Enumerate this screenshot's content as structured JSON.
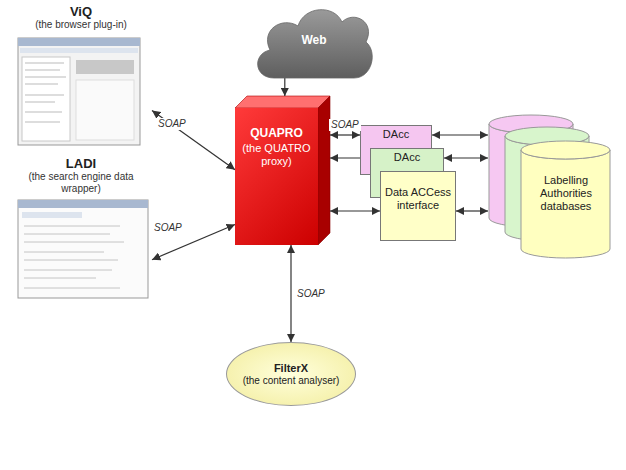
{
  "diagram": {
    "nodes": [
      {
        "text": [
          "ViQ",
          "(the browser plug-in)"
        ]
      },
      {
        "text": [
          "Web"
        ]
      },
      {
        "text": [
          "LADI",
          "(the search engine data wrapper)"
        ]
      },
      {
        "text": [
          "QUAPRO",
          "(the QUATRO proxy)"
        ]
      },
      {
        "text": [
          "DAcc"
        ]
      },
      {
        "text": [
          "DAcc"
        ]
      },
      {
        "text": [
          "Data ACCess interface"
        ]
      },
      {
        "text": [
          "Labelling Authorities databases"
        ]
      },
      {
        "text": [
          "FilterX",
          "(the content analyser)"
        ]
      }
    ],
    "edges": [
      {
        "from": 0,
        "to": 3,
        "arrow": "both",
        "label": "SOAP"
      },
      {
        "from": 1,
        "to": 3,
        "arrow": "to"
      },
      {
        "from": 2,
        "to": 3,
        "arrow": "both",
        "label": "SOAP"
      },
      {
        "from": 3,
        "to": 4,
        "arrow": "both",
        "label": "SOAP"
      },
      {
        "from": 3,
        "to": 5,
        "arrow": "both"
      },
      {
        "from": 3,
        "to": 6,
        "arrow": "both"
      },
      {
        "from": 4,
        "to": 7,
        "arrow": "both"
      },
      {
        "from": 5,
        "to": 7,
        "arrow": "both"
      },
      {
        "from": 6,
        "to": 7,
        "arrow": "both"
      },
      {
        "from": 3,
        "to": 8,
        "arrow": "both",
        "label": "SOAP"
      }
    ]
  }
}
